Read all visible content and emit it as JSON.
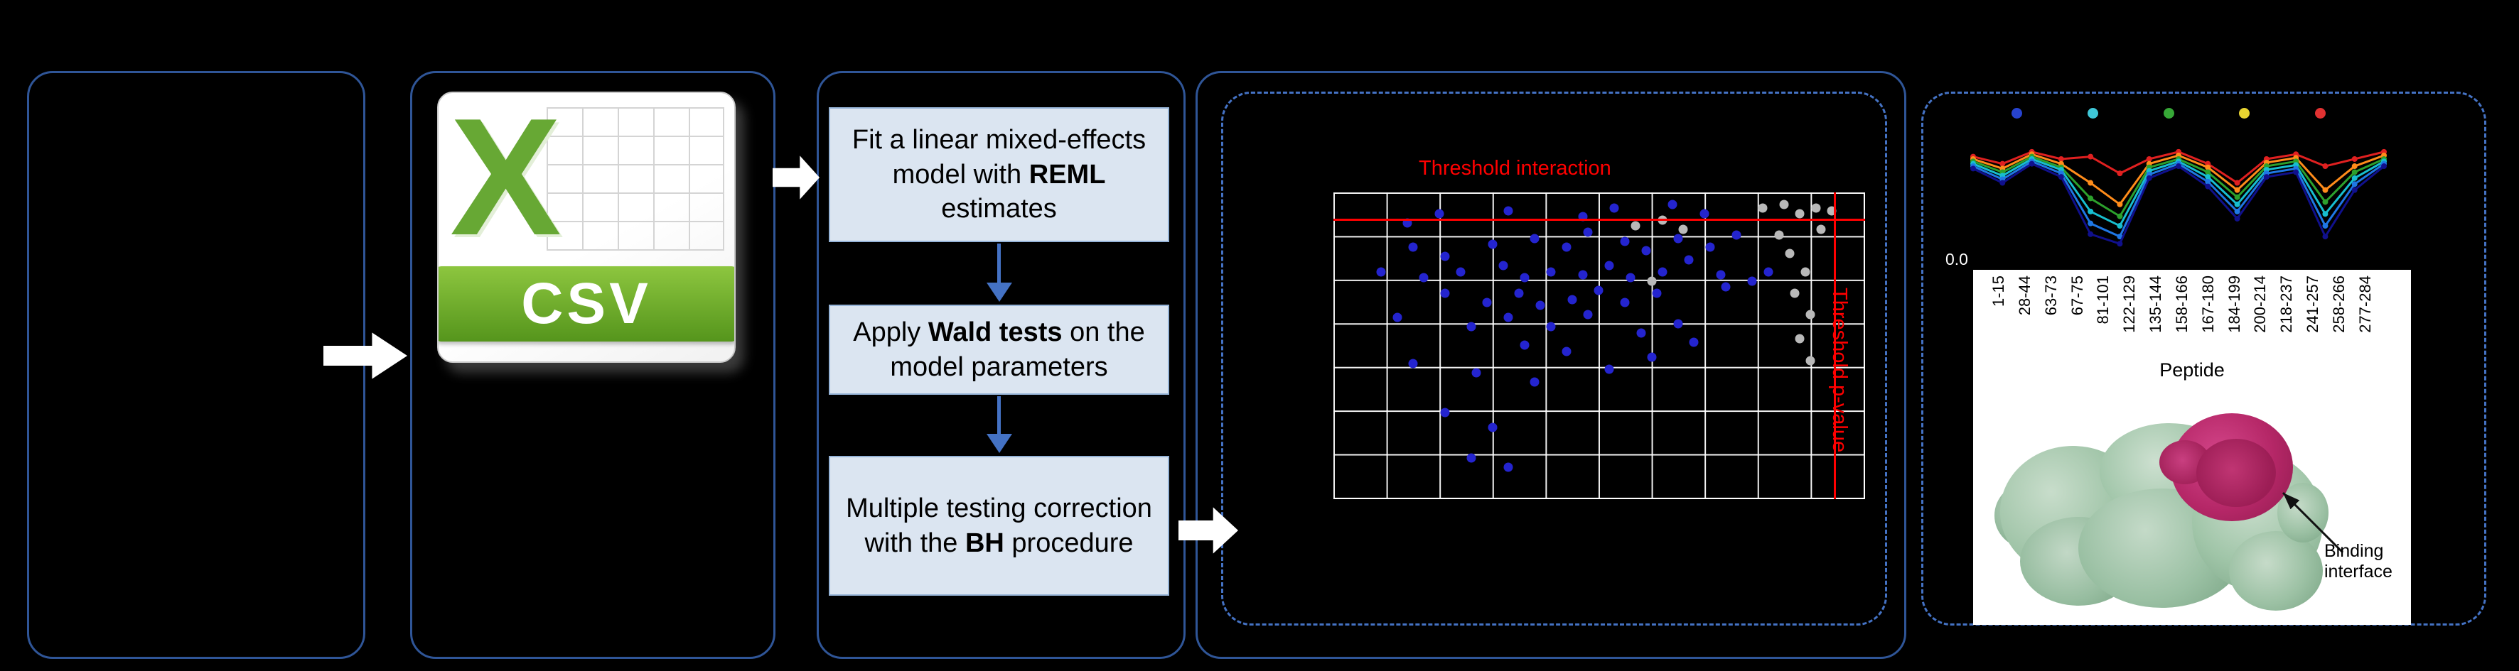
{
  "figure": {
    "csv_icon": {
      "letter": "X",
      "label": "CSV"
    },
    "steps": [
      {
        "pre": "Fit a linear mixed-effects model with ",
        "bold": "REML",
        "post": " estimates"
      },
      {
        "pre": "Apply ",
        "bold": "Wald tests",
        "post": " on the model parameters"
      },
      {
        "pre": "Multiple testing correction\nwith the ",
        "bold": "BH",
        "post": " procedure"
      }
    ],
    "binding_interface_label": "Binding interface"
  },
  "colors": {
    "panel_border": "#2f5597",
    "dashed_border": "#4472c4",
    "step_fill": "#dbe5f1",
    "step_border": "#95b3d7",
    "threshold_red": "#ff0000",
    "csv_green": "#67a834",
    "scatter_blue": "#2424cf",
    "scatter_gray": "#b9b9b9"
  },
  "chart_data": [
    {
      "type": "scatter",
      "title": "Threshold interaction",
      "right_axis_label": "Threshold p-value",
      "grid": {
        "cols": 10,
        "rows": 7,
        "line_color": "#ffffff",
        "background": "#000000"
      },
      "threshold_h_pct": 9,
      "threshold_v_pct": 94.5,
      "series": [
        {
          "name": "blue-points",
          "color": "#2424cf",
          "points": [
            [
              14,
              10
            ],
            [
              20,
              7
            ],
            [
              33,
              6
            ],
            [
              47,
              8
            ],
            [
              53,
              5
            ],
            [
              64,
              4
            ],
            [
              70,
              7
            ],
            [
              15,
              18
            ],
            [
              21,
              21
            ],
            [
              30,
              17
            ],
            [
              38,
              15
            ],
            [
              44,
              18
            ],
            [
              48,
              13
            ],
            [
              55,
              16
            ],
            [
              59,
              19
            ],
            [
              65,
              15
            ],
            [
              71,
              18
            ],
            [
              76,
              14
            ],
            [
              9,
              26
            ],
            [
              17,
              28
            ],
            [
              24,
              26
            ],
            [
              32,
              24
            ],
            [
              36,
              28
            ],
            [
              41,
              26
            ],
            [
              47,
              27
            ],
            [
              52,
              24
            ],
            [
              56,
              28
            ],
            [
              62,
              26
            ],
            [
              67,
              22
            ],
            [
              73,
              27
            ],
            [
              21,
              33
            ],
            [
              29,
              36
            ],
            [
              35,
              33
            ],
            [
              39,
              37
            ],
            [
              45,
              35
            ],
            [
              50,
              32
            ],
            [
              55,
              36
            ],
            [
              61,
              33
            ],
            [
              12,
              41
            ],
            [
              26,
              44
            ],
            [
              33,
              41
            ],
            [
              41,
              44
            ],
            [
              48,
              40
            ],
            [
              58,
              46
            ],
            [
              65,
              43
            ],
            [
              36,
              50
            ],
            [
              44,
              52
            ],
            [
              52,
              58
            ],
            [
              60,
              54
            ],
            [
              68,
              49
            ],
            [
              15,
              56
            ],
            [
              27,
              59
            ],
            [
              38,
              62
            ],
            [
              21,
              72
            ],
            [
              30,
              77
            ],
            [
              26,
              87
            ],
            [
              33,
              90
            ],
            [
              74,
              31
            ],
            [
              79,
              29
            ],
            [
              82,
              26
            ]
          ]
        },
        {
          "name": "gray-points",
          "color": "#b9b9b9",
          "points": [
            [
              81,
              5
            ],
            [
              85,
              4
            ],
            [
              88,
              7
            ],
            [
              91,
              5
            ],
            [
              94,
              6
            ],
            [
              92,
              12
            ],
            [
              84,
              14
            ],
            [
              86,
              20
            ],
            [
              89,
              26
            ],
            [
              87,
              33
            ],
            [
              90,
              40
            ],
            [
              88,
              48
            ],
            [
              90,
              55
            ],
            [
              57,
              11
            ],
            [
              62,
              9
            ],
            [
              66,
              12
            ],
            [
              60,
              29
            ]
          ]
        }
      ]
    },
    {
      "type": "line",
      "legend_dot_colors": [
        "#2743d0",
        "#3fc8d8",
        "#37a837",
        "#e8d431",
        "#e23232"
      ],
      "y_tick_label": "0.0",
      "x_axis_title": "Peptide",
      "x_categories": [
        "1-15",
        "28-44",
        "63-73",
        "67-75",
        "81-101",
        "122-129",
        "135-144",
        "158-166",
        "167-180",
        "184-199",
        "200-214",
        "218-237",
        "241-257",
        "258-266",
        "277-284"
      ],
      "series": [
        {
          "name": "red",
          "color": "#e02020",
          "values": [
            0.8,
            0.74,
            0.84,
            0.78,
            0.8,
            0.66,
            0.78,
            0.84,
            0.74,
            0.58,
            0.78,
            0.82,
            0.72,
            0.78,
            0.84
          ]
        },
        {
          "name": "orange",
          "color": "#ff8c1a",
          "values": [
            0.78,
            0.7,
            0.82,
            0.74,
            0.58,
            0.4,
            0.74,
            0.81,
            0.71,
            0.52,
            0.75,
            0.79,
            0.52,
            0.72,
            0.81
          ]
        },
        {
          "name": "green",
          "color": "#2ca02c",
          "values": [
            0.76,
            0.67,
            0.8,
            0.71,
            0.45,
            0.3,
            0.71,
            0.78,
            0.67,
            0.46,
            0.72,
            0.76,
            0.42,
            0.67,
            0.78
          ]
        },
        {
          "name": "teal",
          "color": "#17becf",
          "values": [
            0.74,
            0.64,
            0.78,
            0.69,
            0.34,
            0.22,
            0.68,
            0.76,
            0.63,
            0.4,
            0.69,
            0.73,
            0.32,
            0.62,
            0.76
          ]
        },
        {
          "name": "blue",
          "color": "#1f77e4",
          "values": [
            0.72,
            0.61,
            0.76,
            0.66,
            0.24,
            0.13,
            0.65,
            0.74,
            0.59,
            0.34,
            0.66,
            0.7,
            0.22,
            0.57,
            0.74
          ]
        },
        {
          "name": "navy",
          "color": "#10108c",
          "values": [
            0.7,
            0.58,
            0.74,
            0.63,
            0.15,
            0.07,
            0.62,
            0.72,
            0.55,
            0.28,
            0.63,
            0.67,
            0.13,
            0.52,
            0.72
          ]
        }
      ]
    }
  ]
}
